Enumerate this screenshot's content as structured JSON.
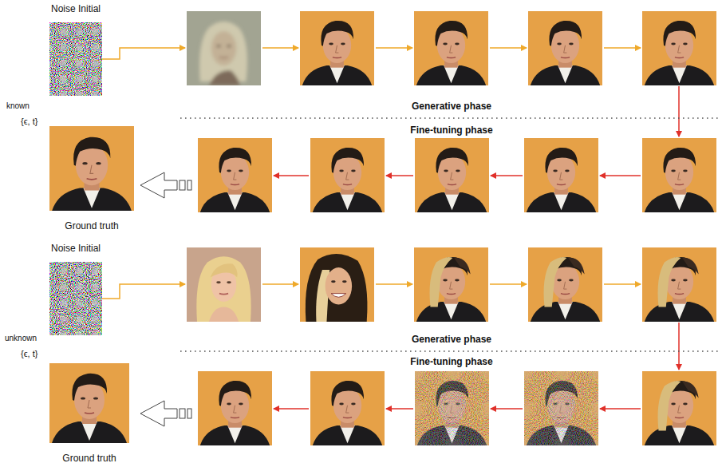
{
  "diagram": {
    "nodes": [
      {
        "text": [
          "Noise Initial"
        ]
      },
      {
        "text": [
          "Ground truth"
        ]
      },
      {
        "text": [
          "Noise Initial"
        ]
      },
      {
        "text": [
          "Ground truth"
        ]
      }
    ],
    "labels": [
      "known",
      "{ϵ, t}",
      "Generative phase",
      "Fine-tuning phase",
      "unknown",
      "{ϵ, t}",
      "Generative phase",
      "Fine-tuning phase"
    ]
  }
}
